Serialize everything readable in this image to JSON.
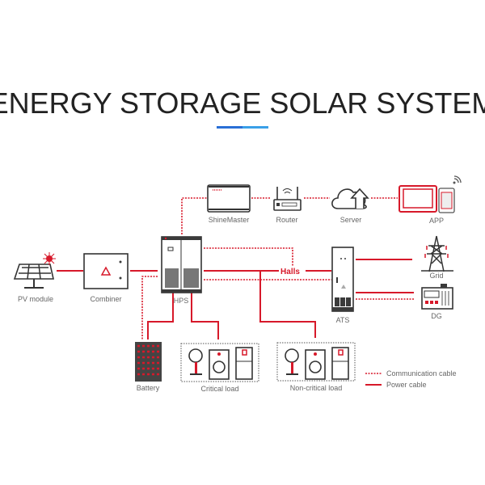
{
  "title": "ENERGY STORAGE SOLAR SYSTEM",
  "colors": {
    "accent": "#d7192a",
    "underline_left": "#2a6fd6",
    "underline_right": "#3aa0e8",
    "text": "#222222",
    "label": "#666666"
  },
  "nodes": {
    "pv": "PV module",
    "combiner": "Combiner",
    "hps": "HPS",
    "shinemaster": "ShineMaster",
    "router": "Router",
    "server": "Server",
    "app": "APP",
    "halls": "Halls",
    "ats": "ATS",
    "grid": "Grid",
    "dg": "DG",
    "battery": "Battery",
    "critical": "Critical load",
    "noncritical": "Non-critical load"
  },
  "legend": {
    "communication": "Communication cable",
    "power": "Power cable"
  }
}
